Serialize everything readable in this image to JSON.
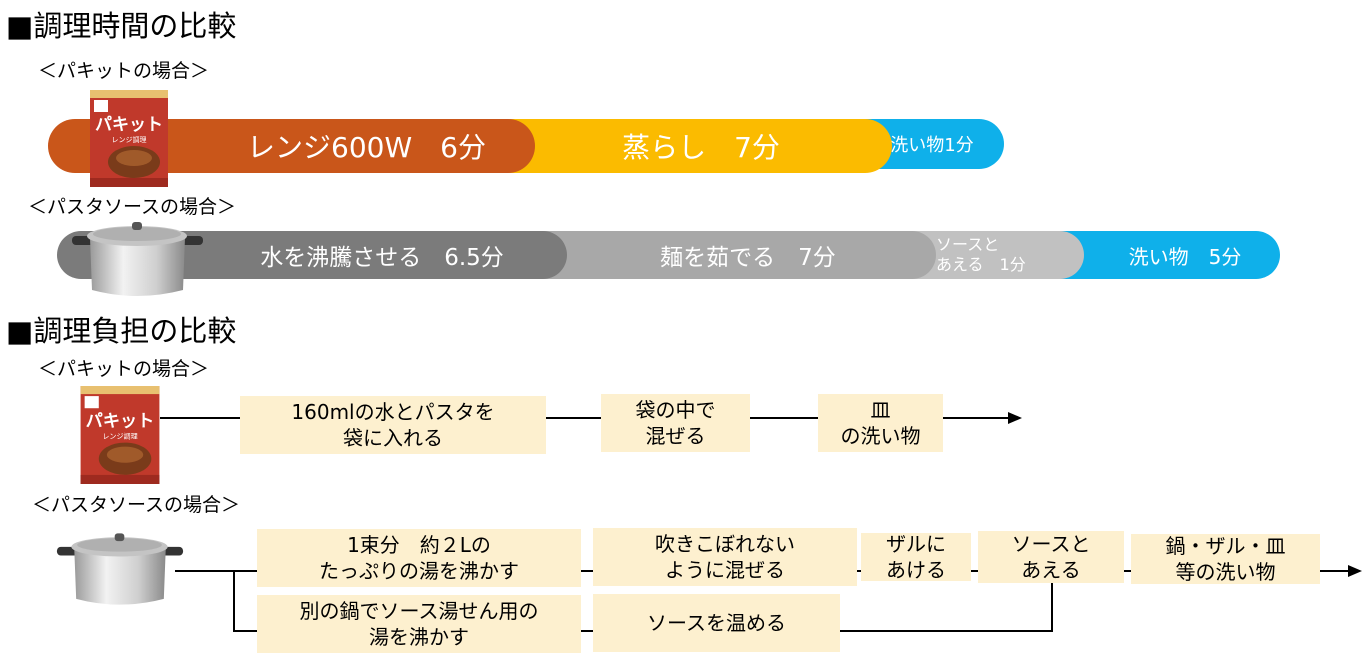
{
  "section1": {
    "title": "■調理時間の比較",
    "paket_heading": "＜パキットの場合＞",
    "paket_bars": [
      {
        "label": "レンジ600W　6分",
        "color": "#c9561a"
      },
      {
        "label": "蒸らし　7分",
        "color": "#fbbb00"
      },
      {
        "label": "洗い物1分",
        "color": "#0fb0ea"
      }
    ],
    "pasta_heading": "＜パスタソースの場合＞",
    "pasta_bars": [
      {
        "label": "水を沸騰させる　6.5分",
        "color": "#7b7b7b"
      },
      {
        "label": "麺を茹でる　7分",
        "color": "#a8a8a8"
      },
      {
        "label_line1": "ソースと",
        "label_line2": "あえる　1分",
        "color": "#c1c1c1"
      },
      {
        "label": "洗い物　5分",
        "color": "#0fb0ea"
      }
    ]
  },
  "section2": {
    "title": "■調理負担の比較",
    "paket_heading": "＜パキットの場合＞",
    "paket_steps": [
      "160mlの水とパスタを\n袋に入れる",
      "袋の中で\n混ぜる",
      "皿\nの洗い物"
    ],
    "pasta_heading": "＜パスタソースの場合＞",
    "pasta_steps_top": [
      "1束分　約２Lの\nたっぷりの湯を沸かす",
      "吹きこぼれない\nように混ぜる",
      "ザルに\nあける",
      "ソースと\nあえる",
      "鍋・ザル・皿\n等の洗い物"
    ],
    "pasta_steps_bottom": [
      "別の鍋でソース湯せん用の\n湯を沸かす",
      "ソースを温める"
    ]
  },
  "product": {
    "brand": "パキット",
    "sub": "レンジ調理"
  },
  "colors": {
    "step_box": "#fdf0cf",
    "pot_body": "#c8c8c8"
  }
}
